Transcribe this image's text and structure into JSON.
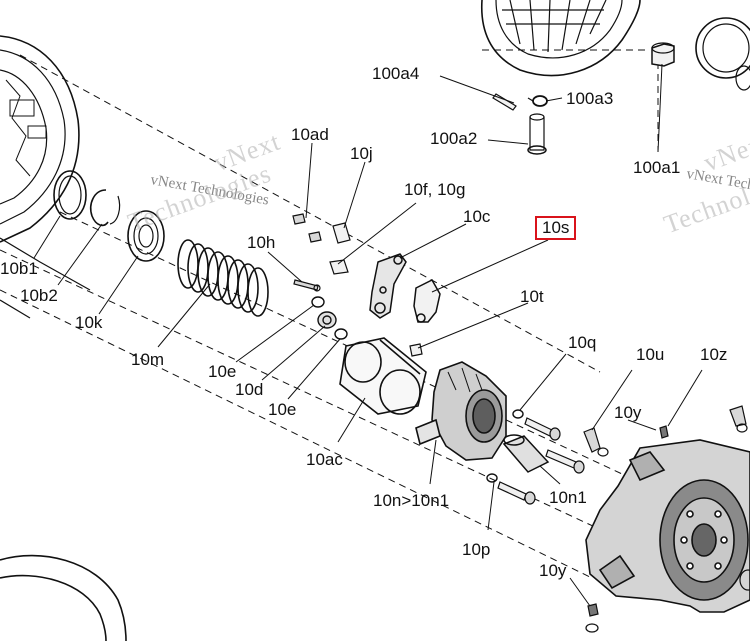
{
  "diagram": {
    "highlight_color": "#d9131b",
    "highlighted_part": "10s",
    "labels": {
      "l_100a4": "100a4",
      "l_100a3": "100a3",
      "l_100a2": "100a2",
      "l_100a1": "100a1",
      "l_10ad": "10ad",
      "l_10j": "10j",
      "l_10f_10g": "10f, 10g",
      "l_10c": "10c",
      "l_10s": "10s",
      "l_10h": "10h",
      "l_10t": "10t",
      "l_10b1": "10b1",
      "l_10b2": "10b2",
      "l_10k": "10k",
      "l_10m": "10m",
      "l_10e_top": "10e",
      "l_10d": "10d",
      "l_10e_bottom": "10e",
      "l_10ac": "10ac",
      "l_10q": "10q",
      "l_10u": "10u",
      "l_10z": "10z",
      "l_10y_top": "10y",
      "l_10n_10n1": "10n>10n1",
      "l_10n1": "10n1",
      "l_10p": "10p",
      "l_10y_bottom": "10y"
    },
    "watermarks": {
      "w1": "vNext",
      "w2": "vNext Technologies",
      "w3": "Technologies",
      "w4": "vNext",
      "w5": "vNext Technologies",
      "w6": "Technologies"
    }
  }
}
